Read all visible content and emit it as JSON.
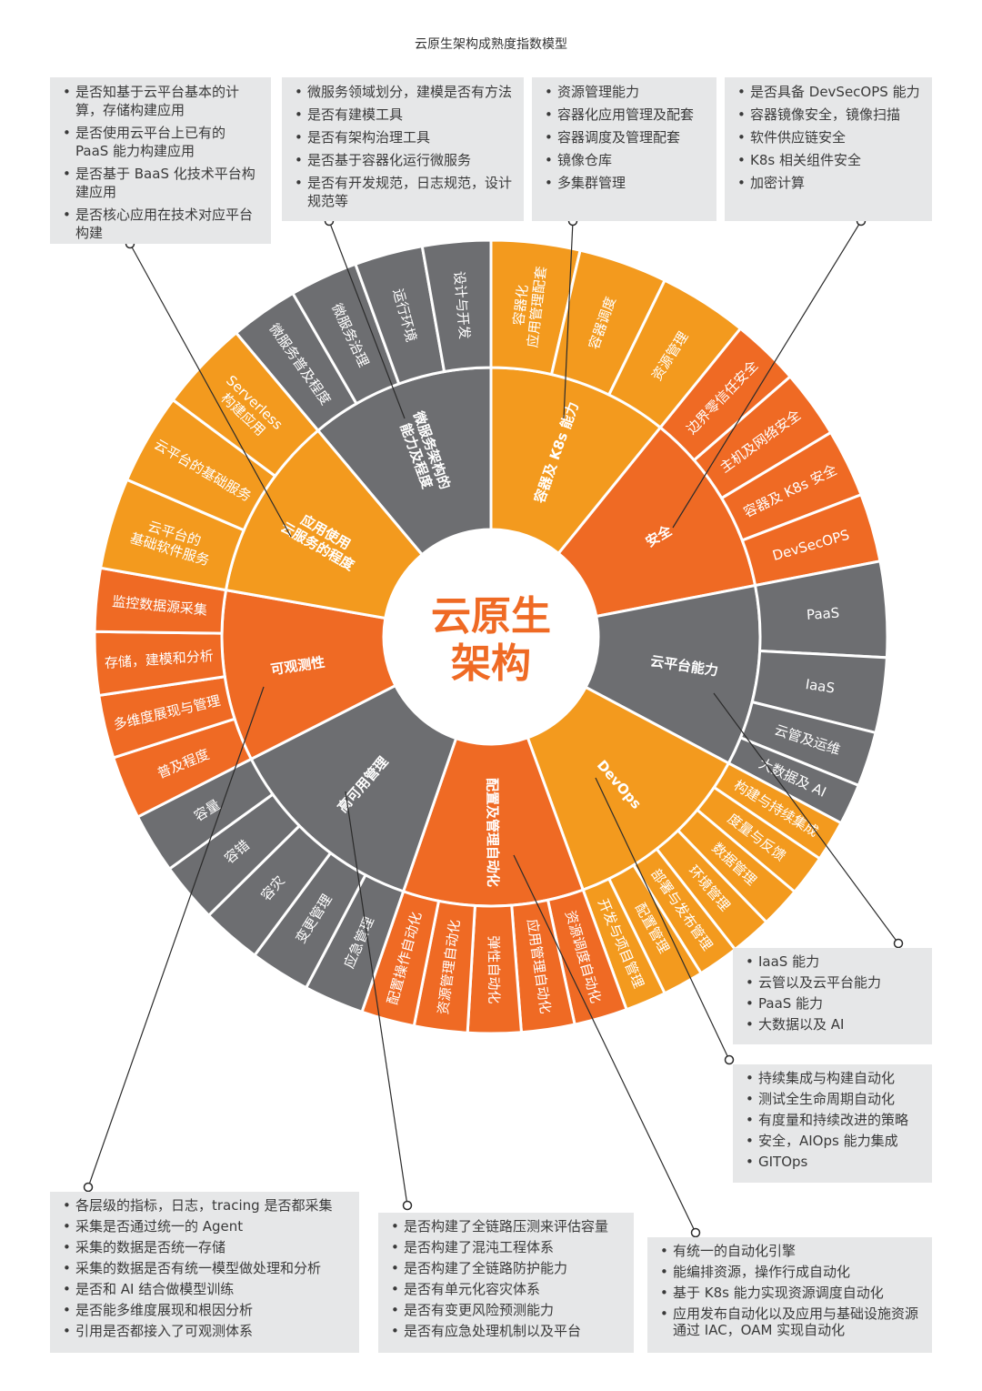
{
  "title": "云原生架构成熟度指数模型",
  "center": [
    "云原生",
    "架构"
  ],
  "colors": {
    "gray": "#6D6E71",
    "light": "#F39A1E",
    "dark": "#EF6A24",
    "box": "#E6E7E8"
  },
  "segments": [
    {
      "label": "微服务架构的\n能力及程度",
      "color": "gray",
      "children": [
        "微服务普及程度",
        "微服务治理",
        "运行环境",
        "设计与开发"
      ]
    },
    {
      "label": "容器及 K8s 能力",
      "color": "light",
      "children": [
        "容器化\n应用管理配套",
        "容器调度",
        "资源管理"
      ]
    },
    {
      "label": "安全",
      "color": "dark",
      "children": [
        "边界零信任安全",
        "主机及网络安全",
        "容器及 K8s 安全",
        "DevSecOPS"
      ]
    },
    {
      "label": "云平台能力",
      "color": "gray",
      "children": [
        "PaaS",
        "IaaS",
        "云管及运维",
        "大数据及 AI"
      ]
    },
    {
      "label": "DevOps",
      "color": "light",
      "children": [
        "构建与持续集成",
        "度量与反馈",
        "数据管理",
        "环境管理",
        "部署与发布管理",
        "配置管理",
        "开发与项目管理"
      ]
    },
    {
      "label": "配置及管理自动化",
      "color": "dark",
      "children": [
        "资源调度自动化",
        "应用管理自动化",
        "弹性自动化",
        "资源管理自动化",
        "配置操作自动化"
      ]
    },
    {
      "label": "高可用管理",
      "color": "gray",
      "children": [
        "应急管理",
        "变更管理",
        "容灾",
        "容错",
        "容量"
      ]
    },
    {
      "label": "可观测性",
      "color": "dark",
      "children": [
        "普及程度",
        "多维度展现与管理",
        "存储，建模和分析",
        "监控数据源采集"
      ]
    },
    {
      "label": "应用使用\n云服务的程度",
      "color": "light",
      "children": [
        "云平台的\n基础软件服务",
        "云平台的基础服务",
        "Serverless\n构建应用"
      ]
    }
  ],
  "boxes": [
    {
      "items": [
        "是否知基于云平台基本的计算，存储构建应用",
        "是否使用云平台上已有的 PaaS 能力构建应用",
        "是否基于 BaaS 化技术平台构建应用",
        "是否核心应用在技术对应平台构建"
      ]
    },
    {
      "items": [
        "微服务领域划分，建模是否有方法",
        "是否有建模工具",
        "是否有架构治理工具",
        "是否基于容器化运行微服务",
        "是否有开发规范，日志规范，设计规范等"
      ]
    },
    {
      "items": [
        "资源管理能力",
        "容器化应用管理及配套",
        "容器调度及管理配套",
        "镜像仓库",
        "多集群管理"
      ]
    },
    {
      "items": [
        "是否具备 DevSecOPS 能力",
        "容器镜像安全，镜像扫描",
        "软件供应链安全",
        "K8s 相关组件安全",
        "加密计算"
      ]
    },
    {
      "items": [
        "IaaS 能力",
        "云管以及云平台能力",
        "PaaS 能力",
        "大数据以及 AI"
      ]
    },
    {
      "items": [
        "持续集成与构建自动化",
        "测试全生命周期自动化",
        "有度量和持续改进的策略",
        "安全，AIOps 能力集成",
        "GITOps"
      ]
    },
    {
      "items": [
        "各层级的指标，日志，tracing 是否都采集",
        "采集是否通过统一的 Agent",
        "采集的数据是否统一存储",
        "采集的数据是否有统一模型做处理和分析",
        "是否和 AI 结合做模型训练",
        "是否能多维度展现和根因分析",
        "引用是否都接入了可观测体系"
      ]
    },
    {
      "items": [
        "是否构建了全链路压测来评估容量",
        "是否构建了混沌工程体系",
        "是否构建了全链路防护能力",
        "是否有单元化容灾体系",
        "是否有变更风险预测能力",
        "是否有应急处理机制以及平台"
      ]
    },
    {
      "items": [
        "有统一的自动化引擎",
        "能编排资源，操作行成自动化",
        "基于 K8s 能力实现资源调度自动化",
        "应用发布自动化以及应用与基础设施资源通过 IAC，OAM 实现自动化"
      ]
    }
  ]
}
